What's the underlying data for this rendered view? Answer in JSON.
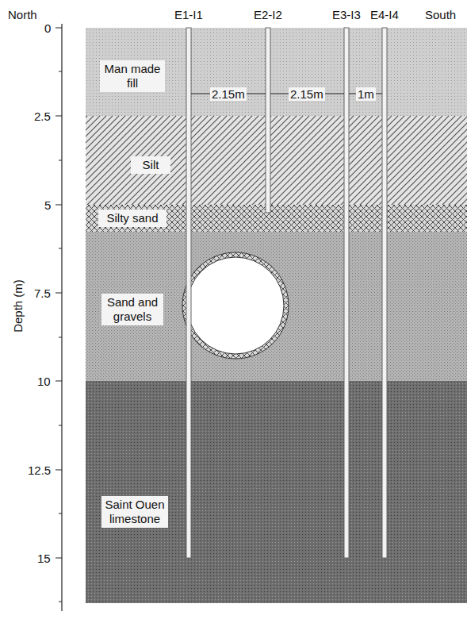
{
  "diagram": {
    "nodes": [
      {
        "text": [
          "Man made fill"
        ]
      },
      {
        "text": [
          "Silt"
        ]
      },
      {
        "text": [
          "Silty sand"
        ]
      },
      {
        "text": [
          "Sand and gravels"
        ]
      },
      {
        "text": [
          "Saint Ouen limestone"
        ]
      }
    ],
    "labels": [
      "North",
      "E1-I1",
      "E2-I2",
      "E3-I3",
      "E4-I4",
      "South",
      "2.15m",
      "2.15m",
      "1m",
      "Depth (m)",
      "0",
      "2.5",
      "5",
      "7.5",
      "10",
      "12.5",
      "15"
    ]
  }
}
